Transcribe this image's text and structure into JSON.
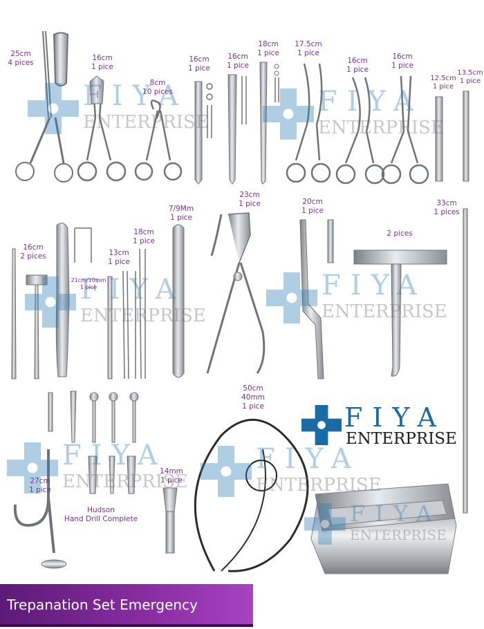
{
  "labels": [
    {
      "id": "l1",
      "lines": [
        "25cm",
        "4 pices"
      ]
    },
    {
      "id": "l2",
      "lines": [
        "16cm",
        "1 pice"
      ]
    },
    {
      "id": "l3",
      "lines": [
        "8cm",
        "10 pices"
      ]
    },
    {
      "id": "l4",
      "lines": [
        "16cm",
        "1 pice"
      ]
    },
    {
      "id": "l5",
      "lines": [
        "16cm",
        "1 pice"
      ]
    },
    {
      "id": "l6",
      "lines": [
        "18cm",
        "1 pice"
      ]
    },
    {
      "id": "l7",
      "lines": [
        "17.5cm",
        "1 pice"
      ]
    },
    {
      "id": "l8",
      "lines": [
        "16cm",
        "1 pice"
      ]
    },
    {
      "id": "l9",
      "lines": [
        "16cm",
        "1 pice"
      ]
    },
    {
      "id": "l10",
      "lines": [
        "12.5cm",
        "1 pice"
      ]
    },
    {
      "id": "l11",
      "lines": [
        "13.5cm",
        "1 pice"
      ]
    },
    {
      "id": "l12",
      "lines": [
        "16cm",
        "2 pices"
      ]
    },
    {
      "id": "l13",
      "lines": [
        "21cm/10mm",
        "1 pice"
      ]
    },
    {
      "id": "l14",
      "lines": [
        "13cm",
        "1 pice"
      ]
    },
    {
      "id": "l15",
      "lines": [
        "18cm",
        "1 pice"
      ]
    },
    {
      "id": "l16",
      "lines": [
        "7/9Mm",
        "1 pice"
      ]
    },
    {
      "id": "l17",
      "lines": [
        "23cm",
        "1 pice"
      ]
    },
    {
      "id": "l18",
      "lines": [
        "20cm",
        "1 pice"
      ]
    },
    {
      "id": "l19",
      "lines": [
        "2 pices"
      ]
    },
    {
      "id": "l20",
      "lines": [
        "33cm",
        "1 pices"
      ]
    },
    {
      "id": "l21",
      "lines": [
        "50cm",
        "40mm",
        "1 pice"
      ]
    },
    {
      "id": "l22",
      "lines": [
        "27cm",
        "1 pice"
      ]
    },
    {
      "id": "l23",
      "lines": [
        "Hudson",
        "Hand Drill Complete"
      ]
    },
    {
      "id": "l24",
      "lines": [
        "14mm",
        "1 pice"
      ]
    }
  ],
  "brand": {
    "word1": "FIYA",
    "word2": "ENTERPRISE"
  },
  "banner": {
    "title": "Trepanation Set Emergency"
  },
  "colors": {
    "label": "#7a2f92",
    "brand_blue": "#1a6aa3",
    "banner": "#8a2ea3",
    "steel": "#b9bcc0"
  }
}
